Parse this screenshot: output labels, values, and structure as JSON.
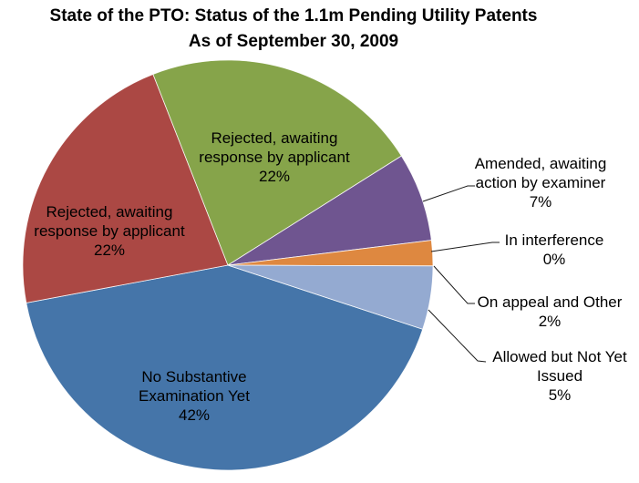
{
  "chart_data": {
    "type": "pie",
    "title": "State of the PTO: Status of the 1.1m Pending Utility Patents",
    "subtitle": "As of September 30, 2009",
    "legend_position": "none",
    "background": "#FFFFFF",
    "text_color": "#000000",
    "start_angle_deg": -18.2,
    "slices": [
      {
        "name": "No Substantive Examination Yet",
        "value": 42,
        "pct": "42%",
        "color": "#4575A9",
        "label_placement": "inside"
      },
      {
        "name": "Rejected, awaiting response by applicant",
        "value": 22,
        "pct": "22%",
        "color": "#AB4844",
        "label_placement": "inside"
      },
      {
        "name": "Rejected, awaiting response by applicant",
        "value": 22,
        "pct": "22%",
        "color": "#86A44A",
        "label_placement": "inside"
      },
      {
        "name": "Amended, awaiting action by examiner",
        "value": 7,
        "pct": "7%",
        "color": "#6F5590",
        "label_placement": "outside"
      },
      {
        "name": "In interference",
        "value": 0,
        "pct": "0%",
        "color": null,
        "label_placement": "outside"
      },
      {
        "name": "On appeal and Other",
        "value": 2,
        "pct": "2%",
        "color": "#DE8840",
        "label_placement": "outside"
      },
      {
        "name": "Allowed but Not Yet Issued",
        "value": 5,
        "pct": "5%",
        "color": "#94AAD1",
        "label_placement": "outside"
      }
    ]
  }
}
